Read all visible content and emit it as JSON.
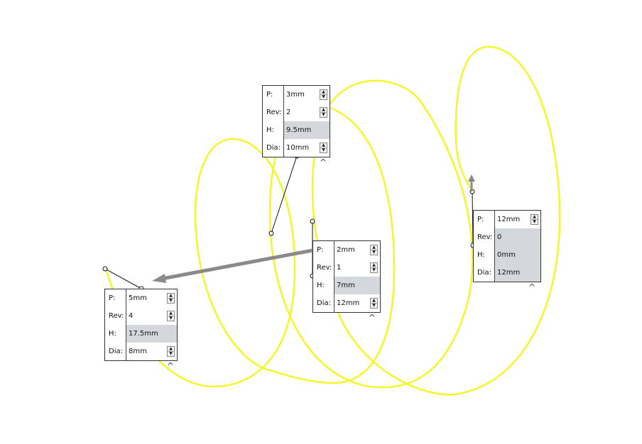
{
  "colors": {
    "helix": "#f5f52a",
    "leader": "#111111",
    "arrow": "#8a8a8a",
    "readonly_bg": "#d4d7dc"
  },
  "icons": {
    "spin_up": "spin-up-icon",
    "spin_down": "spin-down-icon",
    "collapse": "chevron-up-icon"
  },
  "callouts": [
    {
      "id": "callout-a",
      "rows": [
        {
          "label": "P:",
          "value": "3mm",
          "spinner": true
        },
        {
          "label": "Rev:",
          "value": "2",
          "spinner": true
        },
        {
          "label": "H:",
          "value": "9.5mm",
          "spinner": false
        },
        {
          "label": "Dia:",
          "value": "10mm",
          "spinner": true
        }
      ]
    },
    {
      "id": "callout-b",
      "rows": [
        {
          "label": "P:",
          "value": "2mm",
          "spinner": true
        },
        {
          "label": "Rev:",
          "value": "1",
          "spinner": true
        },
        {
          "label": "H:",
          "value": "7mm",
          "spinner": false
        },
        {
          "label": "Dia:",
          "value": "12mm",
          "spinner": true
        }
      ]
    },
    {
      "id": "callout-c",
      "rows": [
        {
          "label": "P:",
          "value": "12mm",
          "spinner": true
        },
        {
          "label": "Rev:",
          "value": "0",
          "spinner": false
        },
        {
          "label": "H:",
          "value": "0mm",
          "spinner": false
        },
        {
          "label": "Dia:",
          "value": "12mm",
          "spinner": false
        }
      ]
    },
    {
      "id": "callout-d",
      "rows": [
        {
          "label": "P:",
          "value": "5mm",
          "spinner": true
        },
        {
          "label": "Rev:",
          "value": "4",
          "spinner": true
        },
        {
          "label": "H:",
          "value": "17.5mm",
          "spinner": false
        },
        {
          "label": "Dia:",
          "value": "8mm",
          "spinner": true
        }
      ]
    }
  ]
}
